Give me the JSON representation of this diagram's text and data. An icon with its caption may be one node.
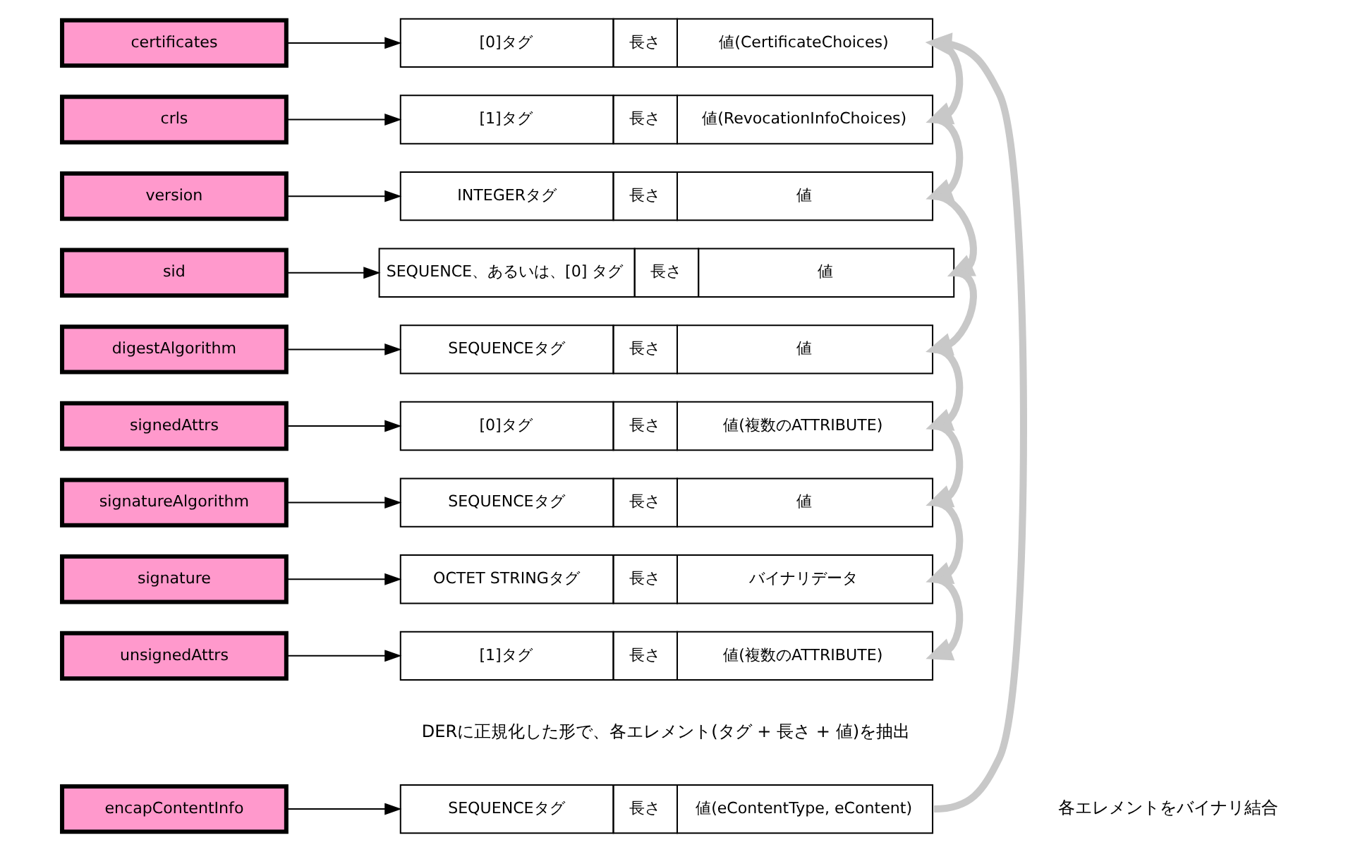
{
  "diagram": {
    "nodes": [
      {
        "text": [
          "encapContentInfo"
        ]
      },
      {
        "text": [
          "certificates"
        ]
      },
      {
        "text": [
          "crls"
        ]
      },
      {
        "text": [
          "version"
        ]
      },
      {
        "text": [
          "sid"
        ]
      },
      {
        "text": [
          "digestAlgorithm"
        ]
      },
      {
        "text": [
          "signedAttrs"
        ]
      },
      {
        "text": [
          "signatureAlgorithm"
        ]
      },
      {
        "text": [
          "signature"
        ]
      },
      {
        "text": [
          "unsignedAttrs"
        ]
      },
      {
        "text": [
          "SEQUENCEタグ",
          "長さ",
          "値(eContentType, eContent)"
        ]
      },
      {
        "text": [
          "[0]タグ",
          "長さ",
          "値(CertificateChoices)"
        ]
      },
      {
        "text": [
          "[1]タグ",
          "長さ",
          "値(RevocationInfoChoices)"
        ]
      },
      {
        "text": [
          "INTEGERタグ",
          "長さ",
          "値"
        ]
      },
      {
        "text": [
          "SEQUENCE、あるいは、[0] タグ",
          "長さ",
          "値"
        ]
      },
      {
        "text": [
          "SEQUENCEタグ",
          "長さ",
          "値"
        ]
      },
      {
        "text": [
          "[0]タグ",
          "長さ",
          "値(複数のATTRIBUTE)"
        ]
      },
      {
        "text": [
          "SEQUENCEタグ",
          "長さ",
          "値"
        ]
      },
      {
        "text": [
          "OCTET STRINGタグ",
          "長さ",
          "バイナリデータ"
        ]
      },
      {
        "text": [
          "[1]タグ",
          "長さ",
          "値(複数のATTRIBUTE)"
        ]
      }
    ],
    "edges": [
      {
        "from": 0,
        "to": 10,
        "arrow": "to"
      },
      {
        "from": 1,
        "to": 11,
        "arrow": "to"
      },
      {
        "from": 2,
        "to": 12,
        "arrow": "to"
      },
      {
        "from": 3,
        "to": 13,
        "arrow": "to"
      },
      {
        "from": 4,
        "to": 14,
        "arrow": "to"
      },
      {
        "from": 5,
        "to": 15,
        "arrow": "to"
      },
      {
        "from": 6,
        "to": 16,
        "arrow": "to"
      },
      {
        "from": 7,
        "to": 17,
        "arrow": "to"
      },
      {
        "from": 8,
        "to": 18,
        "arrow": "to"
      },
      {
        "from": 9,
        "to": 19,
        "arrow": "to"
      },
      {
        "from": 10,
        "to": 11,
        "arrow": "to",
        "style": "thick",
        "color": "#c8c8c8"
      },
      {
        "from": 11,
        "to": 12,
        "arrow": "to",
        "style": "thick",
        "color": "#c8c8c8"
      },
      {
        "from": 12,
        "to": 13,
        "arrow": "to",
        "style": "thick",
        "color": "#c8c8c8"
      },
      {
        "from": 13,
        "to": 14,
        "arrow": "to",
        "style": "thick",
        "color": "#c8c8c8"
      },
      {
        "from": 14,
        "to": 15,
        "arrow": "to",
        "style": "thick",
        "color": "#c8c8c8"
      },
      {
        "from": 15,
        "to": 16,
        "arrow": "to",
        "style": "thick",
        "color": "#c8c8c8"
      },
      {
        "from": 16,
        "to": 17,
        "arrow": "to",
        "style": "thick",
        "color": "#c8c8c8"
      },
      {
        "from": 17,
        "to": 18,
        "arrow": "to",
        "style": "thick",
        "color": "#c8c8c8"
      },
      {
        "from": 18,
        "to": 19,
        "arrow": "to",
        "style": "thick",
        "color": "#c8c8c8"
      }
    ],
    "labels": [
      "DERに正規化した形で、各エレメント(タグ + 長さ + 値)を抽出",
      "各エレメントをバイナリ結合"
    ]
  }
}
